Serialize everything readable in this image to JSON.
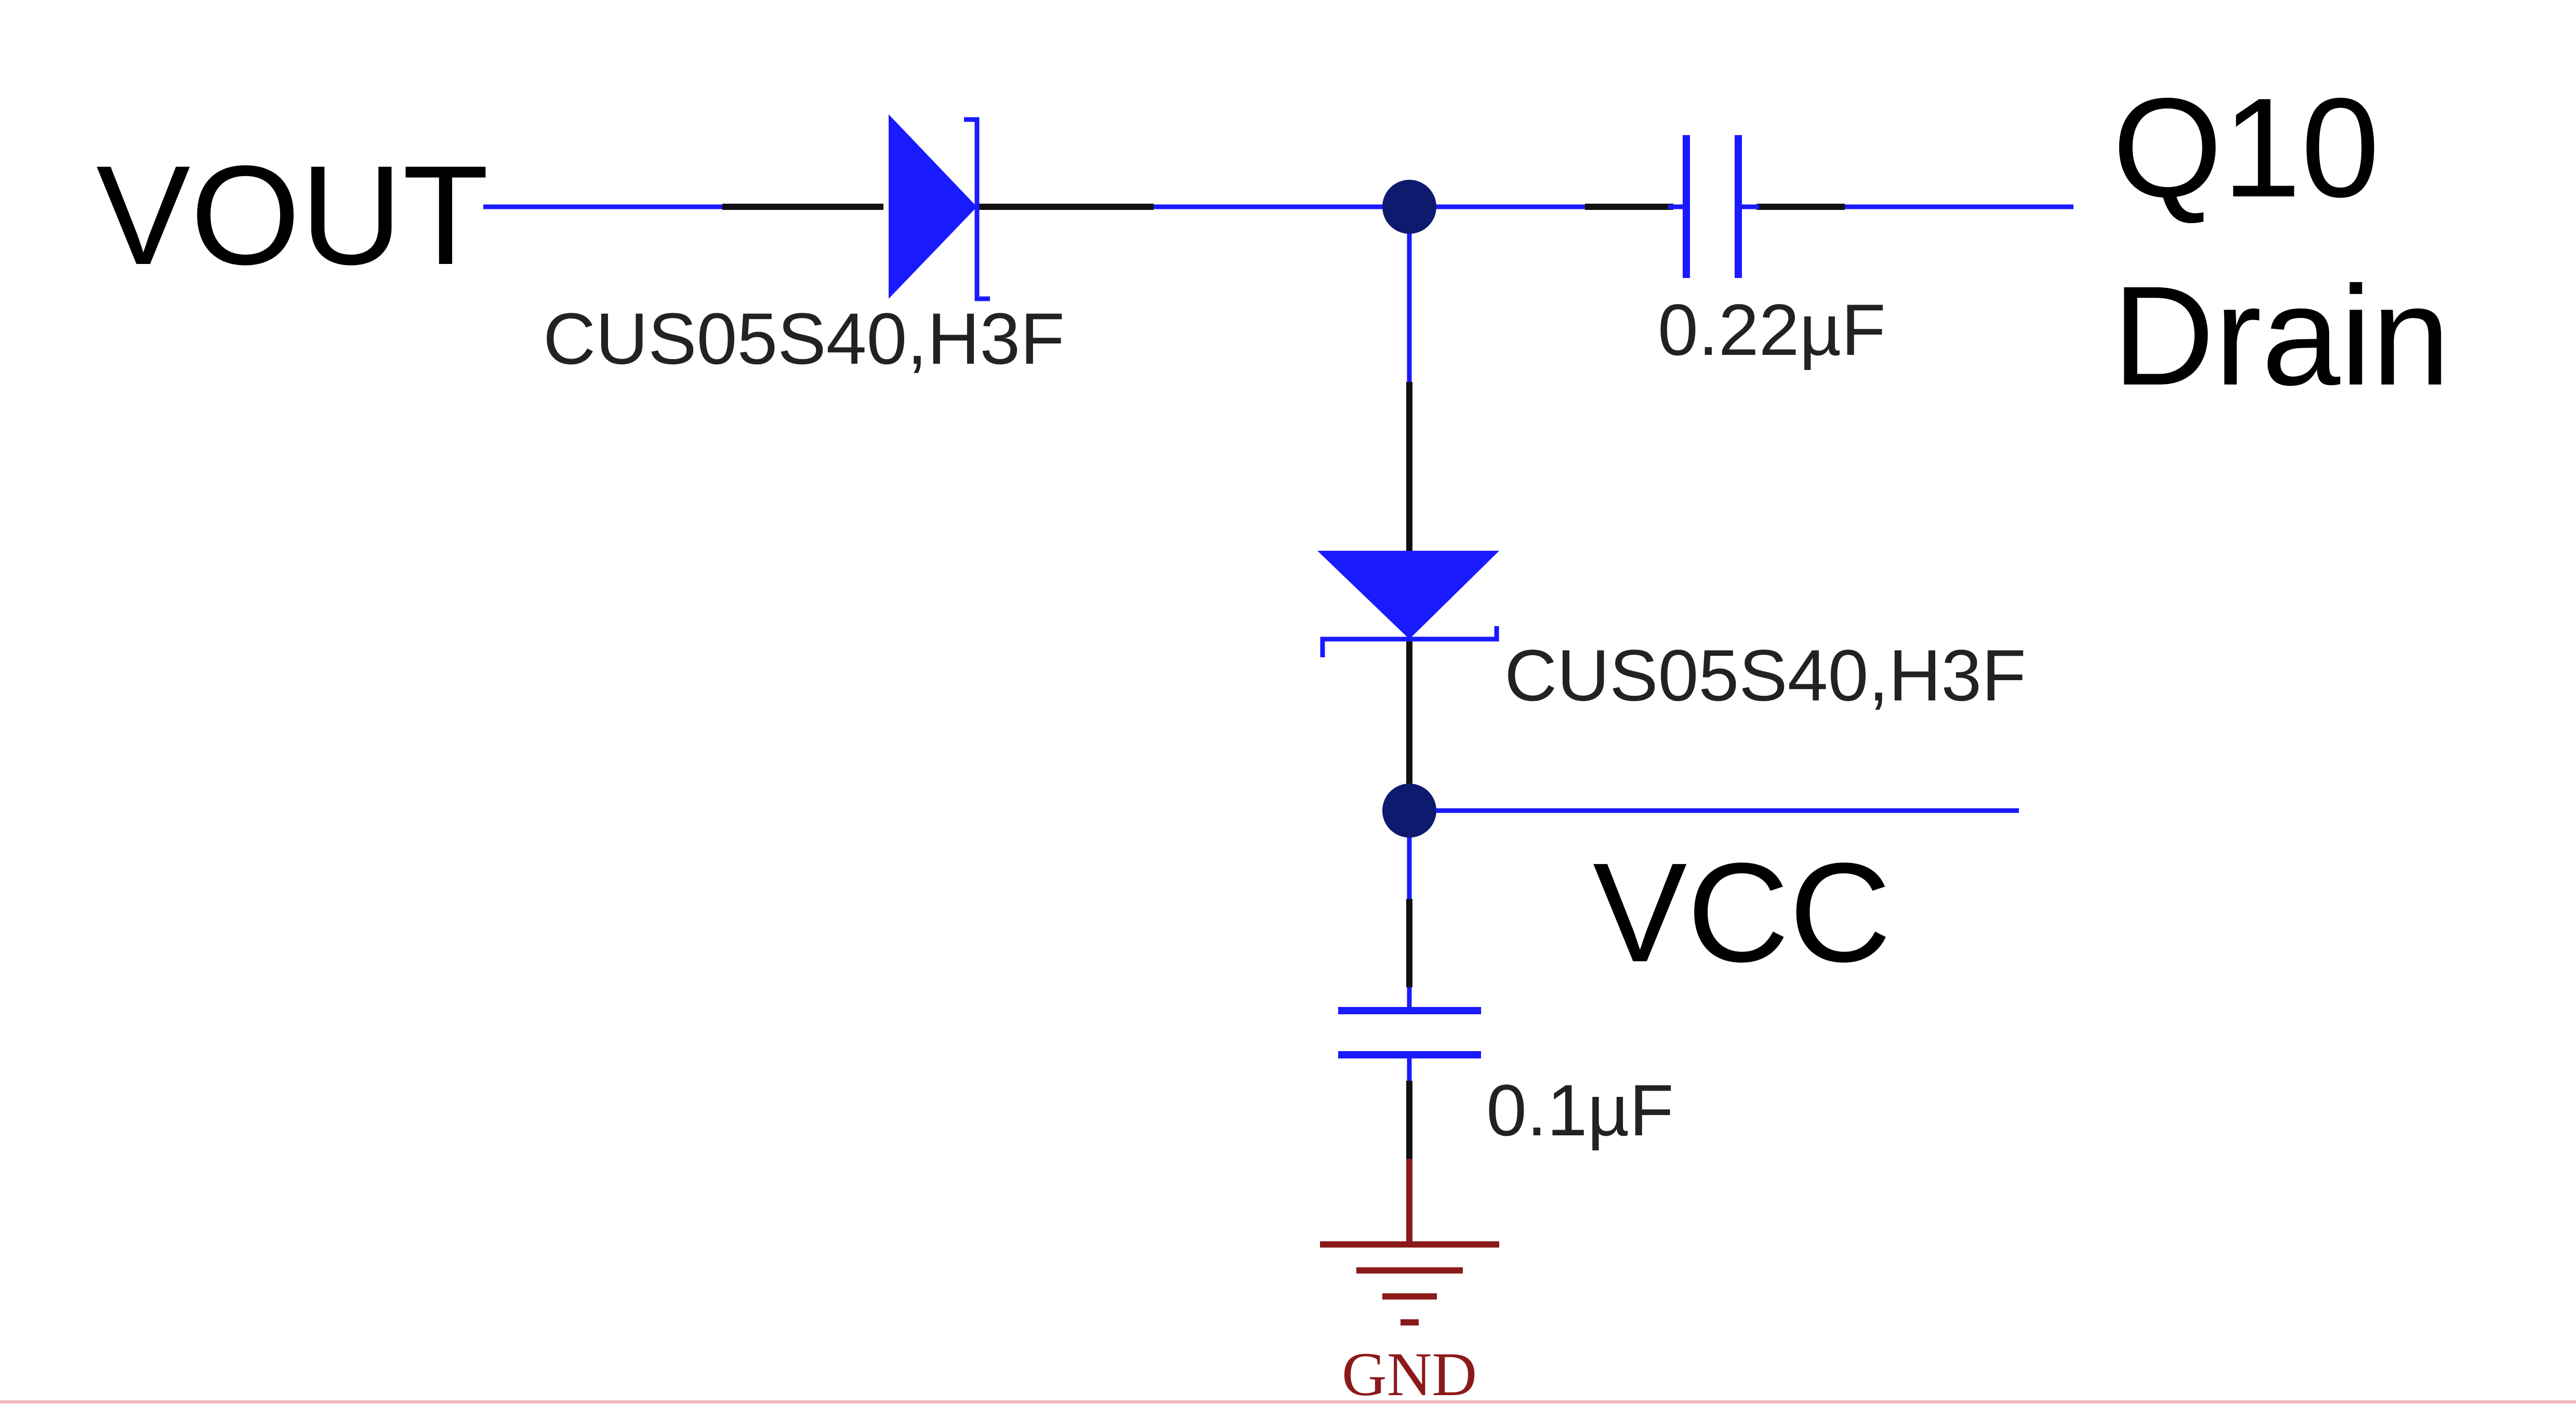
{
  "nets": {
    "vout": "VOUT",
    "q10_line1": "Q10",
    "q10_line2": "Drain",
    "vcc": "VCC",
    "gnd": "GND"
  },
  "components": {
    "d1": {
      "part": "CUS05S40,H3F"
    },
    "d2": {
      "part": "CUS05S40,H3F"
    },
    "c1": {
      "value": "0.22µF"
    },
    "c2": {
      "value": "0.1µF"
    }
  },
  "colors": {
    "wire_blue": "#1a1aff",
    "wire_black": "#111111",
    "gnd": "#8b1a1a",
    "junction": "#0d1a6e"
  }
}
